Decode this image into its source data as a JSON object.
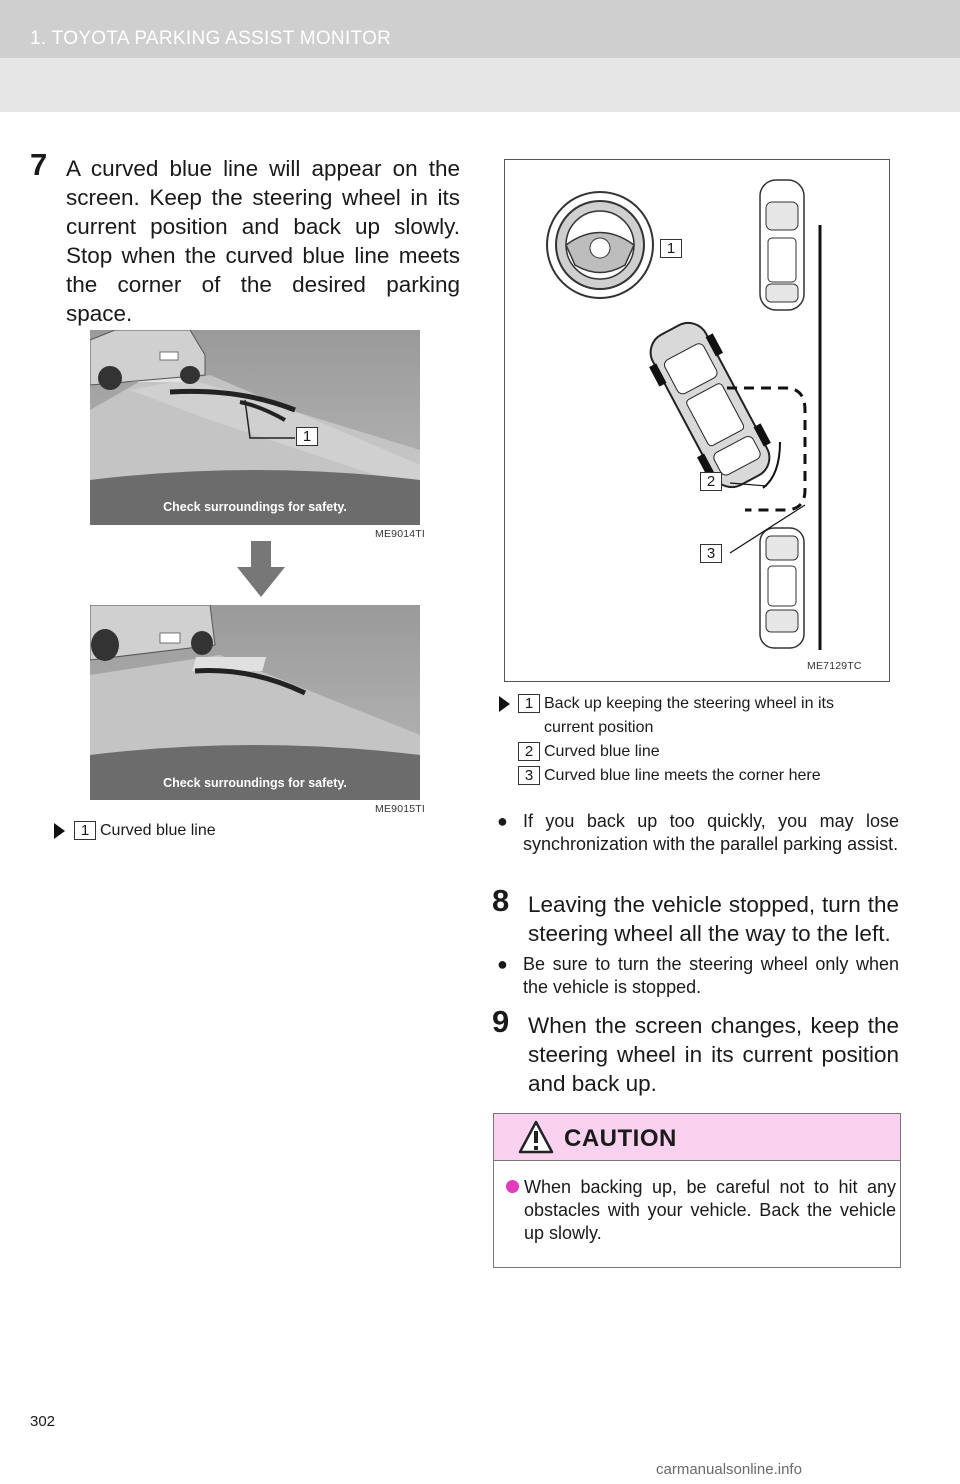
{
  "header": {
    "title": "1. TOYOTA PARKING ASSIST MONITOR"
  },
  "steps": [
    {
      "num": "7",
      "text": "A curved blue line will appear on the screen. Keep the steering wheel in its current position and back up slowly. Stop when the curved blue line meets the corner of the desired parking space."
    },
    {
      "num": "8",
      "text": "Leaving the vehicle stopped, turn the steering wheel all the way to the left."
    },
    {
      "num": "9",
      "text": "When the screen changes, keep the steering wheel in its current position and back up."
    }
  ],
  "figure_top": {
    "banner": "Check surroundings for safety.",
    "code": "ME9014TI",
    "label": "1"
  },
  "figure_bottom": {
    "banner": "Check surroundings for safety.",
    "code": "ME9015TI"
  },
  "left_callout": {
    "num": "1",
    "text": "Curved blue line"
  },
  "figure_right": {
    "code": "ME7129TC",
    "labels": [
      "1",
      "2",
      "3"
    ]
  },
  "right_callouts": [
    {
      "num": "1",
      "text": "Back up keeping the steering wheel in its",
      "text2": "current position"
    },
    {
      "num": "2",
      "text": "Curved blue line"
    },
    {
      "num": "3",
      "text": "Curved blue line meets the corner here"
    }
  ],
  "notes": [
    {
      "bullet": "●",
      "text": "If you back up too quickly, you may lose synchronization with the parallel parking assist."
    },
    {
      "bullet": "●",
      "text": "Be sure to turn the steering wheel only when the vehicle is stopped."
    }
  ],
  "caution": {
    "title": "CAUTION",
    "text": "When backing up, be careful not to hit any obstacles with your vehicle. Back the vehicle up slowly."
  },
  "page_number": "302",
  "watermark": "carmanualsonline.info",
  "colors": {
    "caution_header": "#fad2f0",
    "caution_bullet": "#e33bbd",
    "header_band": "#cfcfcf"
  }
}
